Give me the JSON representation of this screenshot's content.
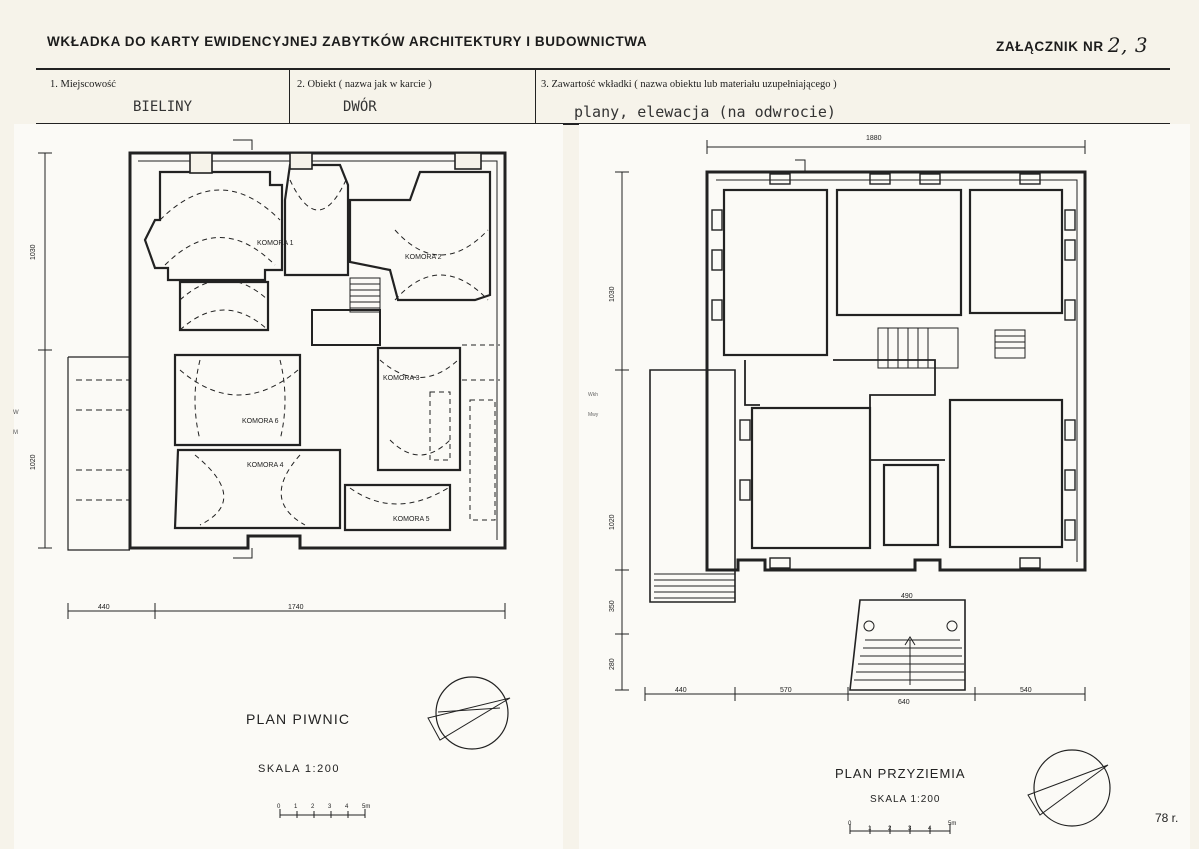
{
  "header": {
    "title": "WKŁADKA DO KARTY EWIDENCYJNEJ ZABYTKÓW ARCHITEKTURY I BUDOWNICTWA",
    "attachment_label": "ZAŁĄCZNIK NR",
    "attachment_number": "2, 3"
  },
  "fields": {
    "locality_label": "1. Miejscowość",
    "locality_value": "BIELINY",
    "object_label": "2. Obiekt ( nazwa jak w karcie )",
    "object_value": "DWÓR",
    "contents_label": "3. Zawartość wkładki ( nazwa obiektu lub materiału uzupełniającego )",
    "contents_value": "plany, elewacja (na odwrocie)"
  },
  "left_plan": {
    "title": "PLAN PIWNIC",
    "scale": "SKALA 1:200",
    "rooms": [
      "KOMORA 1",
      "KOMORA 2",
      "KOMORA 3",
      "KOMORA 4",
      "KOMORA 5",
      "KOMORA 6"
    ],
    "dims_bottom": [
      "440",
      "1740"
    ],
    "dims_left": [
      "1030",
      "1020"
    ],
    "side_letters": [
      "W",
      "M"
    ],
    "scale_ticks": [
      "0",
      "1",
      "2",
      "3",
      "4",
      "5m"
    ]
  },
  "right_plan": {
    "title": "PLAN PRZYZIEMIA",
    "scale": "SKALA 1:200",
    "dims_top": [
      "1880"
    ],
    "dims_bottom": [
      "440",
      "570",
      "640",
      "540"
    ],
    "dims_entrance": [
      "490"
    ],
    "dims_left": [
      "1030",
      "1020",
      "350",
      "280"
    ],
    "side_marks": [
      "Wkh",
      "Mwy"
    ],
    "scale_ticks": [
      "0",
      "1",
      "2",
      "3",
      "4",
      "5m"
    ],
    "footer_year": "78 r."
  }
}
